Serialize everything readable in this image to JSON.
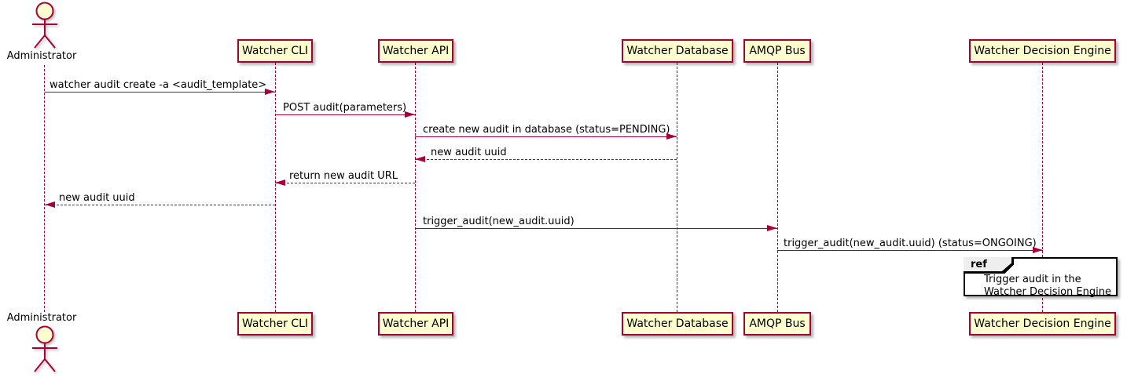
{
  "diagram": {
    "kind": "plantuml-sequence-diagram",
    "colors": {
      "participant_fill": "#FEFECE",
      "participant_border": "#A80036",
      "line_color": "#A80036",
      "text_color": "#000000",
      "ref_fill": "#FFFFFF",
      "ref_border": "#000000",
      "ref_tab_fill": "#EEEEEE"
    },
    "actor": {
      "name": "Administrator"
    },
    "participants": [
      {
        "name": "Watcher CLI"
      },
      {
        "name": "Watcher API"
      },
      {
        "name": "Watcher Database"
      },
      {
        "name": "AMQP Bus"
      },
      {
        "name": "Watcher Decision Engine"
      }
    ],
    "messages": [
      {
        "from": "Administrator",
        "to": "Watcher CLI",
        "style": "solid",
        "label": "watcher audit create -a <audit_template>"
      },
      {
        "from": "Watcher CLI",
        "to": "Watcher API",
        "style": "solid",
        "label": "POST audit(parameters)"
      },
      {
        "from": "Watcher API",
        "to": "Watcher Database",
        "style": "solid",
        "label": "create new audit in database (status=PENDING)"
      },
      {
        "from": "Watcher Database",
        "to": "Watcher API",
        "style": "dashed",
        "label": "new audit uuid"
      },
      {
        "from": "Watcher API",
        "to": "Watcher CLI",
        "style": "dashed",
        "label": "return new audit URL"
      },
      {
        "from": "Watcher CLI",
        "to": "Administrator",
        "style": "dashed",
        "label": "new audit uuid"
      },
      {
        "from": "Watcher API",
        "to": "AMQP Bus",
        "style": "solid",
        "label": "trigger_audit(new_audit.uuid)"
      },
      {
        "from": "AMQP Bus",
        "to": "Watcher Decision Engine",
        "style": "solid",
        "label": "trigger_audit(new_audit.uuid) (status=ONGOING)"
      }
    ],
    "ref": {
      "keyword": "ref",
      "lines": [
        "Trigger audit in the",
        "Watcher Decision Engine"
      ]
    }
  }
}
